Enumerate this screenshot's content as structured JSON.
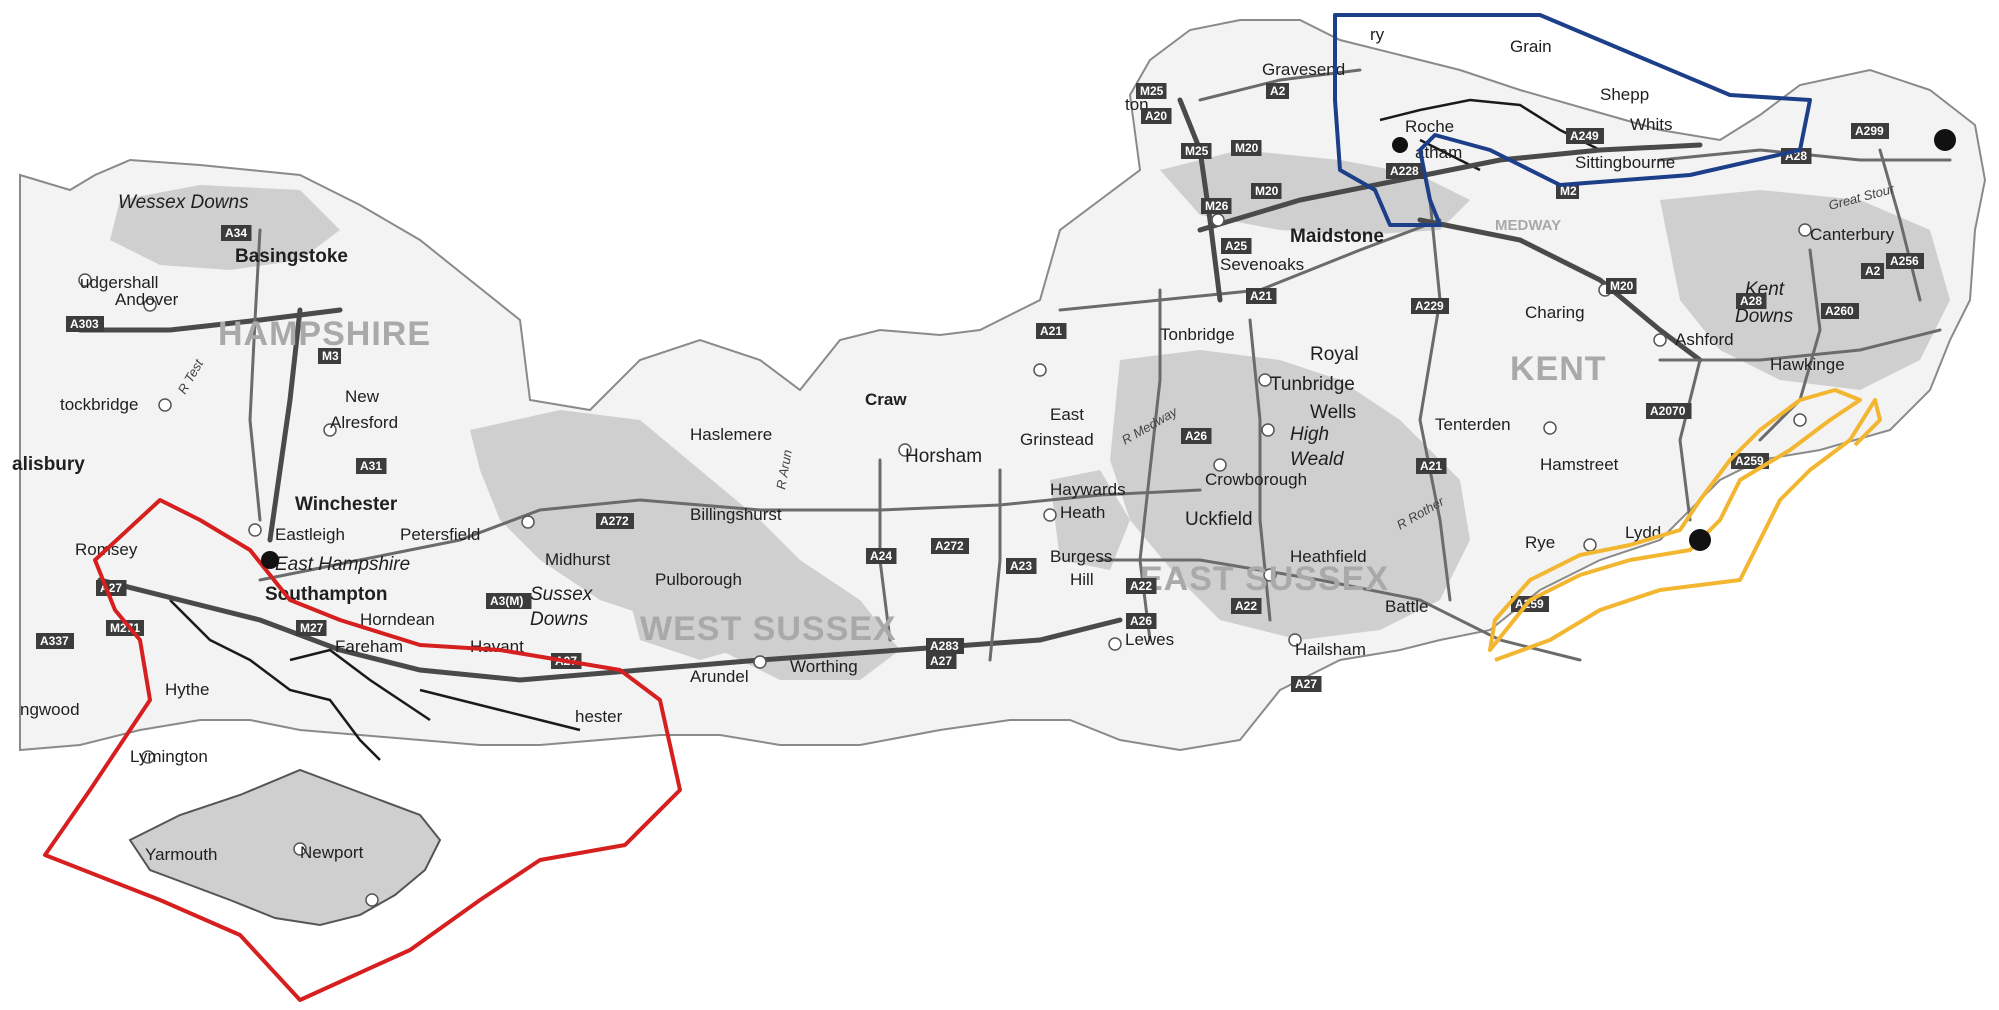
{
  "map": {
    "colors": {
      "land": "#f2f2f2",
      "hills": "#cfcfcf",
      "roads": "#6b6b6b",
      "coastline": "#8a8a8a",
      "isle_of_wight": "#cfcfcf",
      "red_region": "#d61f1f",
      "blue_region": "#1d3f8a",
      "orange_region": "#f2b630"
    },
    "highlighted_regions": [
      {
        "name": "red",
        "color": "#d61f1f",
        "area": "Southampton, Solent and Isle of Wight"
      },
      {
        "name": "blue",
        "color": "#1d3f8a",
        "area": "Medway estuary and Sheppey"
      },
      {
        "name": "orange",
        "color": "#f2b630",
        "area": "Romney Marsh coast"
      }
    ],
    "counties": {
      "hampshire": "HAMPSHIRE",
      "west_sussex": "WEST SUSSEX",
      "east_sussex": "EAST SUSSEX",
      "kent": "KENT"
    },
    "areas": {
      "north_wessex_downs": "Wessex Downs",
      "east_hampshire": "East Hampshire",
      "sussex_downs_1": "Sussex",
      "sussex_downs_2": "Downs",
      "high_weald_1": "High",
      "high_weald_2": "Weald",
      "kent_downs_1": "Kent",
      "kent_downs_2": "Downs",
      "medway": "MEDWAY"
    },
    "cities": {
      "basingstoke": "Basingstoke",
      "winchester": "Winchester",
      "southampton": "Southampton",
      "maidstone": "Maidstone",
      "salisbury": "alisbury"
    },
    "towns": {
      "ludgershall": "udgershall",
      "andover": "Andover",
      "stockbridge": "tockbridge",
      "new_alresford_1": "New",
      "new_alresford_2": "Alresford",
      "eastleigh": "Eastleigh",
      "romsey": "Romsey",
      "petersfield": "Petersfield",
      "horndean": "Horndean",
      "havant": "Havant",
      "fareham": "Fareham",
      "hythe": "Hythe",
      "ringwood": "ngwood",
      "lymington": "Lymington",
      "yarmouth": "Yarmouth",
      "newport": "Newport",
      "chichester": "hester",
      "haslemere": "Haslemere",
      "midhurst": "Midhurst",
      "billingshurst": "Billingshurst",
      "pulborough": "Pulborough",
      "arundel": "Arundel",
      "worthing": "Worthing",
      "crawley": "Craw",
      "horsham": "Horsham",
      "east_grinstead_1": "East",
      "east_grinstead_2": "Grinstead",
      "haywards_heath_1": "Haywards",
      "haywards_heath_2": "Heath",
      "burgess_hill_1": "Burgess",
      "burgess_hill_2": "Hill",
      "lewes": "Lewes",
      "uckfield": "Uckfield",
      "crowborough": "Crowborough",
      "heathfield": "Heathfield",
      "hailsham": "Hailsham",
      "battle": "Battle",
      "royal_tunbridge_wells_1": "Royal",
      "royal_tunbridge_wells_2": "Tunbridge",
      "royal_tunbridge_wells_3": "Wells",
      "tonbridge": "Tonbridge",
      "sevenoaks": "Sevenoaks",
      "gravesend": "Gravesend",
      "rochester": "Roche",
      "chatham": "atham",
      "grain": "Grain",
      "sheppey": "Shepp",
      "whitstable": "Whits",
      "sittingbourne": "Sittingbourne",
      "canterbury": "Canterbury",
      "charing": "Charing",
      "ashford": "Ashford",
      "hawkinge": "Hawkinge",
      "tenterden": "Tenterden",
      "hamstreet": "Hamstreet",
      "rye": "Rye",
      "lydd": "Lydd",
      "tonbridge_n": "ton",
      "ry": "ry"
    },
    "rivers": {
      "test": "R Test",
      "medway": "R Medway",
      "rother": "R Rother",
      "great_stour": "Great Stour",
      "arun": "R Arun"
    },
    "roads": {
      "a34_n": "A34",
      "a303": "A303",
      "m3": "M3",
      "a31": "A31",
      "a27_w": "A27",
      "m271": "M271",
      "a337": "A337",
      "m27": "M27",
      "a27_c": "A27",
      "a3m": "A3(M)",
      "a272_w": "A272",
      "a24": "A24",
      "a272_e": "A272",
      "a23": "A23",
      "a283": "A283",
      "a27_e": "A27",
      "a22_n": "A22",
      "a26_s": "A26",
      "a22_s": "A22",
      "a27_h": "A27",
      "a26_m": "A26",
      "a21": "A21",
      "a229": "A229",
      "a21_s": "A21",
      "a259_w": "A259",
      "a2070": "A2070",
      "a259_e": "A259",
      "a260": "A260",
      "a28_s": "A28",
      "a2_e": "A2",
      "a256": "A256",
      "a299": "A299",
      "a28_n": "A28",
      "m2": "M2",
      "m20_e": "M20",
      "m20_w": "M20",
      "m26": "M26",
      "m25": "M25",
      "a2_w": "A2",
      "a25": "A25",
      "a21_n": "A21",
      "a228": "A228",
      "a249": "A249",
      "m20_n": "M20",
      "m25_n": "M25",
      "a20": "A20"
    }
  }
}
